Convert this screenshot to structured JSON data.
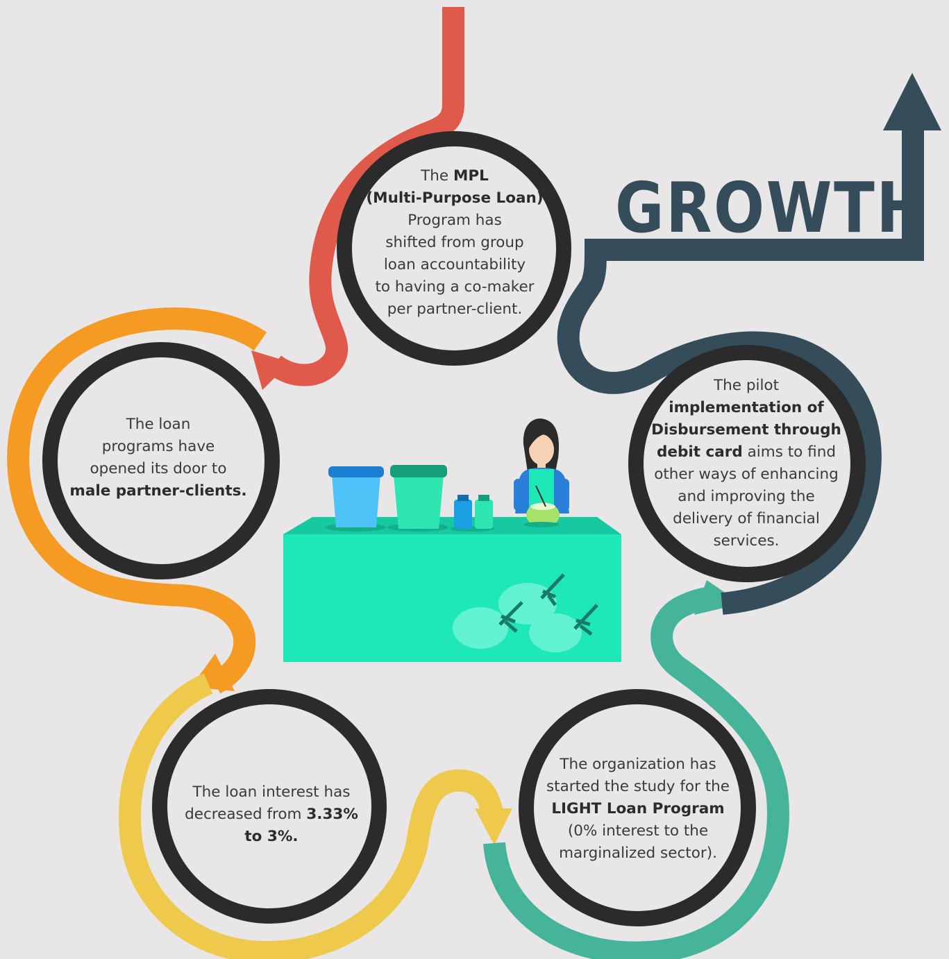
{
  "heading": {
    "word": "GROWTH"
  },
  "colors": {
    "background": "#e8e6e7",
    "red": "#e05a4b",
    "orange": "#f59a23",
    "yellow": "#efc94c",
    "teal": "#46b49b",
    "navy": "#354c5b",
    "ring": "#2b2b2b",
    "stall_green": "#1ee8b7"
  },
  "bubbles": {
    "mpl": {
      "l1a": "The ",
      "l1b": "MPL",
      "l2": "(Multi-Purpose Loan)",
      "l3": "Program has",
      "l4": "shifted from group",
      "l5": "loan accountability",
      "l6": "to having a co-maker",
      "l7": "per partner-client."
    },
    "male": {
      "l1": "The loan",
      "l2": "programs have",
      "l3": "opened its door to",
      "l4": "male partner-clients."
    },
    "debit": {
      "l1": "The pilot",
      "l2": "implementation of",
      "l3": "Disbursement through",
      "l4a": "debit card",
      "l4b": " aims to find",
      "l5": "other ways of enhancing",
      "l6": "and improving the",
      "l7": "delivery of financial",
      "l8": "services."
    },
    "interest": {
      "l1": "The loan interest has",
      "l2a": "decreased from ",
      "l2b": "3.33%",
      "l3": "to 3%."
    },
    "light": {
      "l1": "The organization has",
      "l2": "started the study for the",
      "l3": "LIGHT Loan Program",
      "l4": "(0% interest to the",
      "l5": "marginalized sector)."
    }
  }
}
